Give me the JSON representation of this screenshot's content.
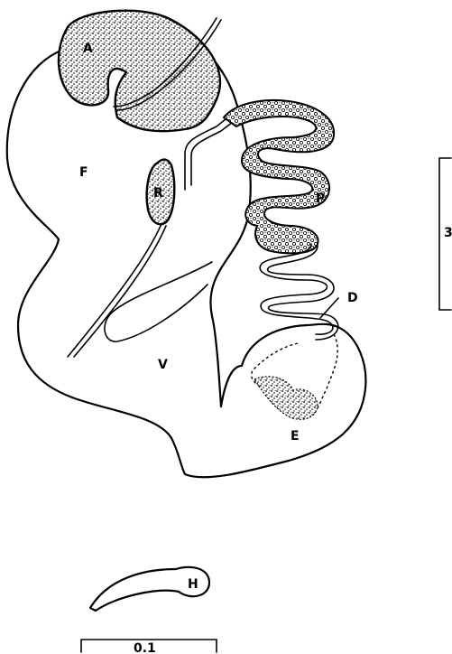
{
  "labels": {
    "A": "A",
    "F": "F",
    "R": "R",
    "P": "P",
    "D": "D",
    "V": "V",
    "E": "E",
    "H": "H"
  },
  "scale_bars": {
    "small": "0.1",
    "large": "3"
  },
  "colors": {
    "ink": "#000000",
    "paper": "#ffffff"
  }
}
